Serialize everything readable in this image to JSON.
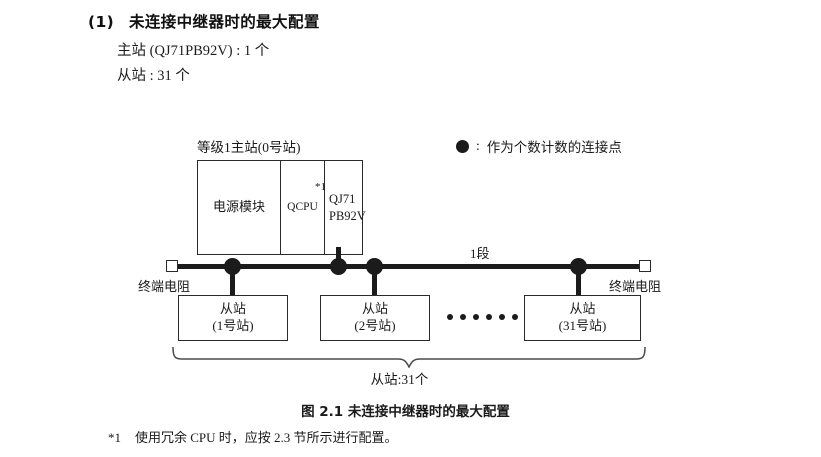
{
  "section": {
    "number": "(1)",
    "title": "未连接中继器时的最大配置",
    "lines": [
      "主站 (QJ71PB92V) : 1 个",
      "从站 : 31 个"
    ]
  },
  "legend": {
    "colon": ":",
    "text": "作为个数计数的连接点",
    "dot_color": "#1b1b1b"
  },
  "diagram": {
    "master": {
      "caption": "等级1主站(0号站)",
      "modules": [
        {
          "label": "电源模块"
        },
        {
          "label": "QCPU",
          "footnote_mark": "*1"
        },
        {
          "label_line1": "QJ71",
          "label_line2": "PB92V"
        }
      ]
    },
    "bus": {
      "segment_label": "1段",
      "terminator_left_label": "终端电阻",
      "terminator_right_label": "终端电阻"
    },
    "slaves": [
      {
        "line1": "从站",
        "line2": "(1号站)"
      },
      {
        "line1": "从站",
        "line2": "(2号站)"
      },
      {
        "line1": "从站",
        "line2": "(31号站)"
      }
    ],
    "ellipsis_dots": 6,
    "brace_label": "从站:31个"
  },
  "figure": {
    "caption": "图 2.1  未连接中继器时的最大配置"
  },
  "footnote": {
    "mark": "*1",
    "text": "使用冗余 CPU 时，应按 2.3 节所示进行配置。"
  }
}
